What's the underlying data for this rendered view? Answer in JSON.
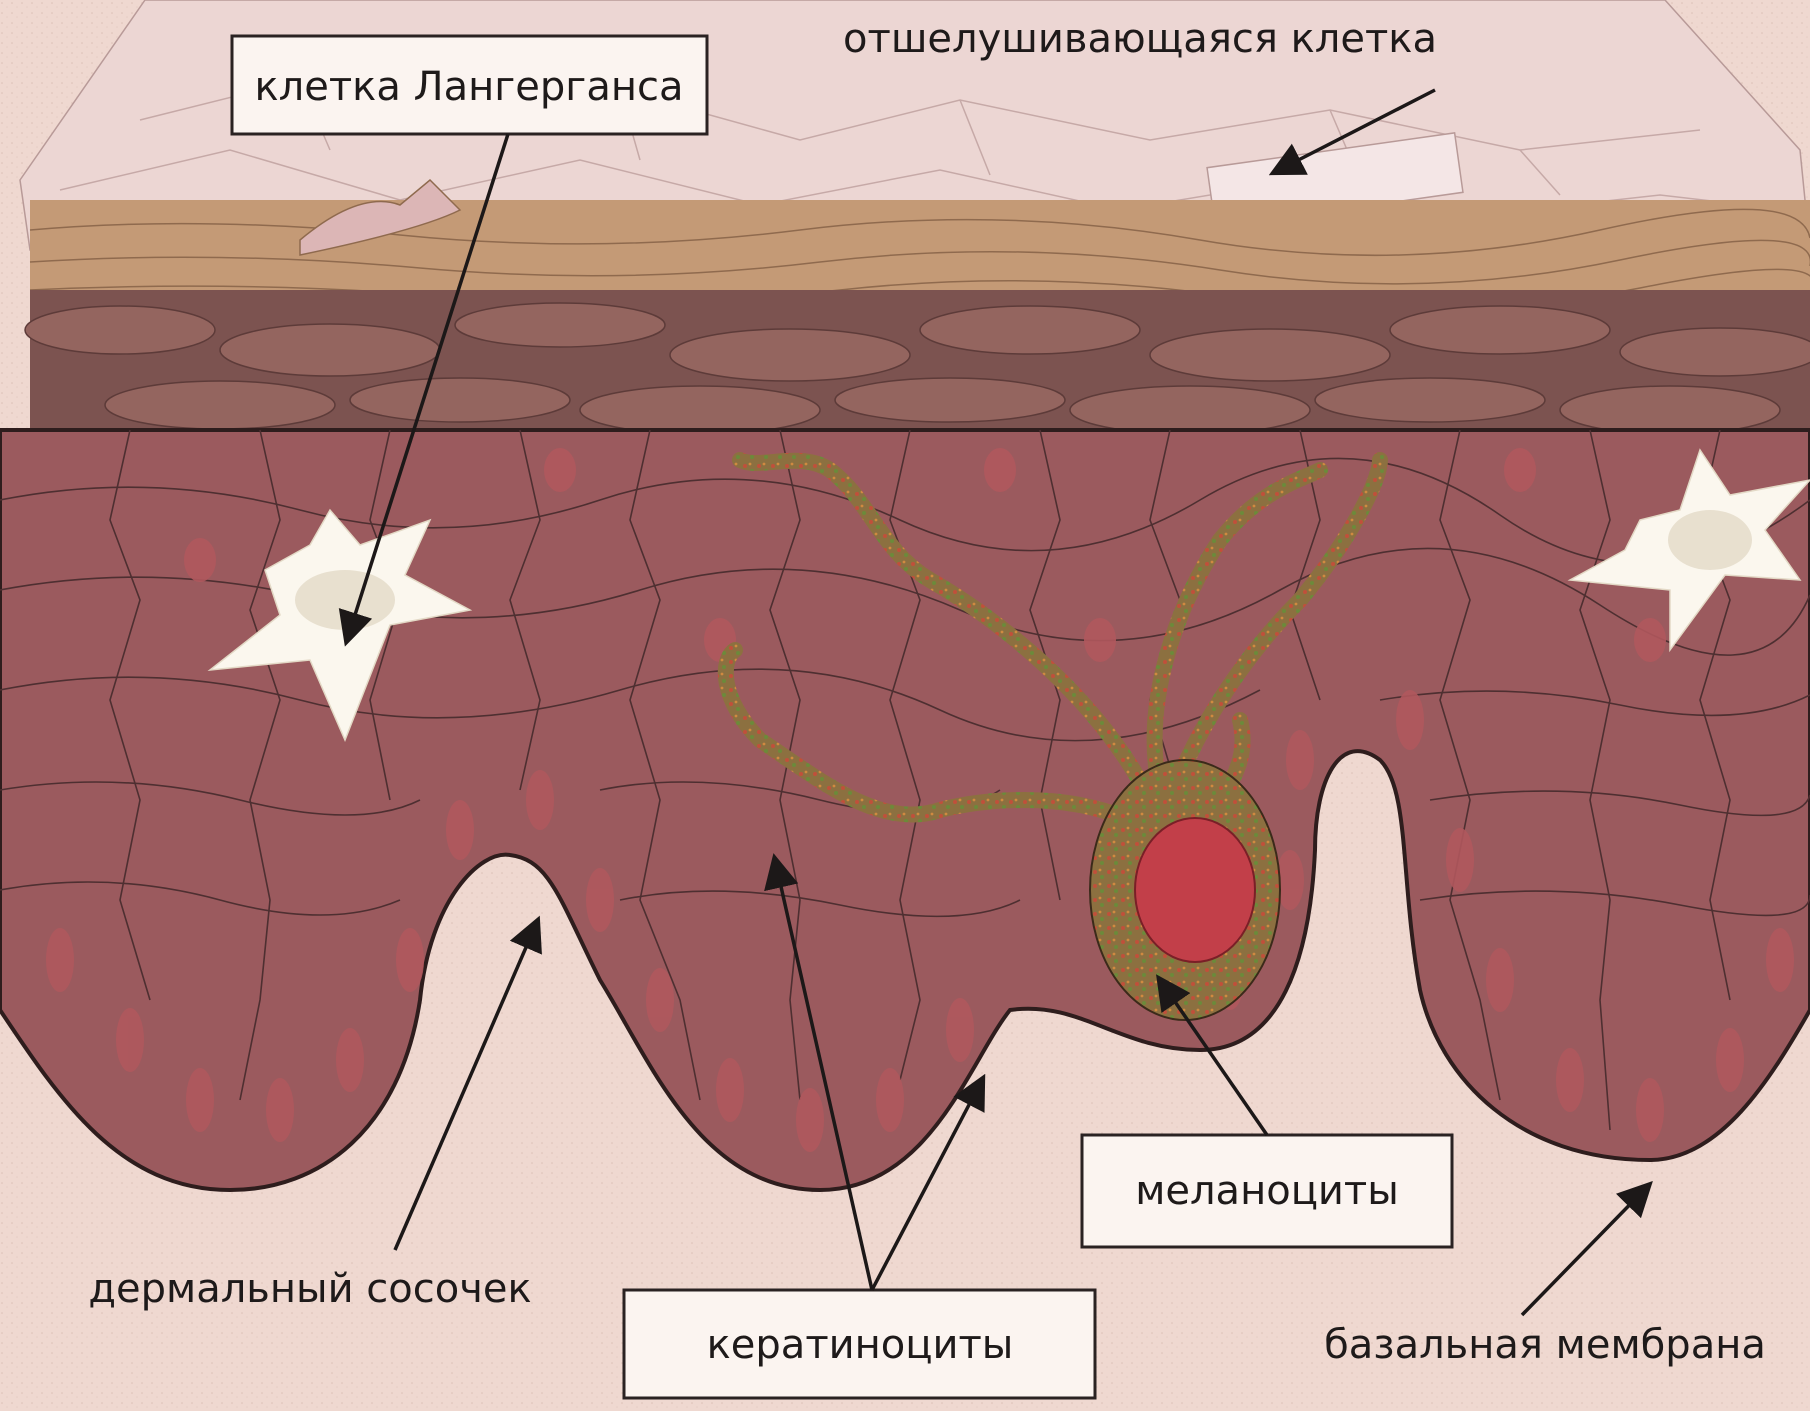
{
  "labels": {
    "exfoliating_cell": "отшелушивающаяся клетка",
    "langerhans_cell": "клетка Лангерганса",
    "dermal_papilla": "дермальный сосочек",
    "keratinocytes": "кератиноциты",
    "melanocytes": "меланоциты",
    "basal_membrane": "базальная мембрана"
  },
  "colors": {
    "background": "#f3e7df",
    "stratum_corneum": "#ecd6d3",
    "granular_layer": "#c49a76",
    "dark_band": "#7c5350",
    "epidermis": "#9b5a5e",
    "cell_nucleus": "#b0585d",
    "langerhans": "#fbf7ee",
    "melanocyte": "#8c7040",
    "melanocyte_nucleus": "#c23f49",
    "dermis": "#efd8d0"
  }
}
